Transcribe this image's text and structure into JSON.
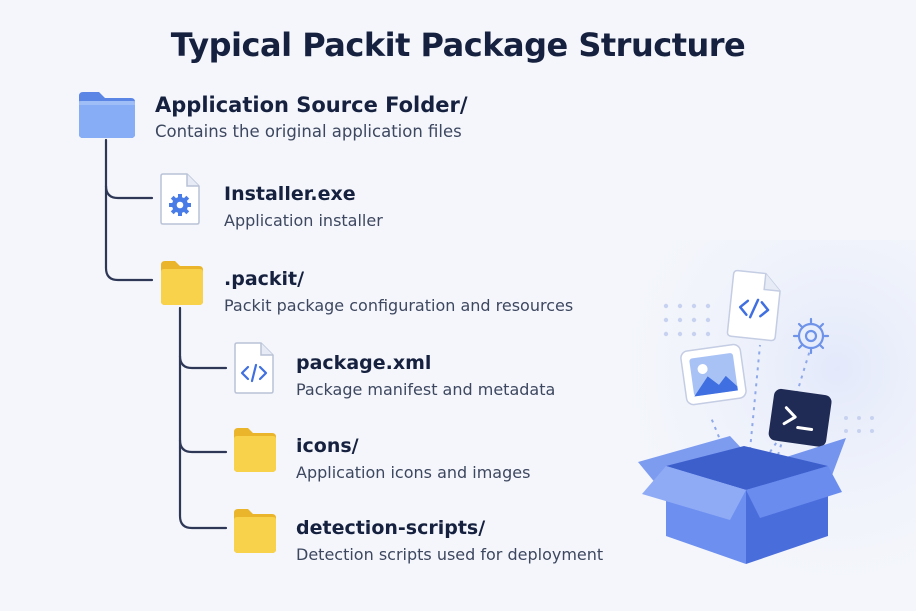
{
  "title": "Typical Packit Package Structure",
  "tree": {
    "root": {
      "name": "Application Source Folder/",
      "desc": "Contains the original application files",
      "icon": "folder-blue-icon"
    },
    "installer": {
      "name": "Installer.exe",
      "desc": "Application installer",
      "icon": "settings-file-icon"
    },
    "packit": {
      "name": ".packit/",
      "desc": "Packit package configuration and resources",
      "icon": "folder-yellow-icon"
    },
    "package_xml": {
      "name": "package.xml",
      "desc": "Package manifest and metadata",
      "icon": "code-file-icon"
    },
    "icons": {
      "name": "icons/",
      "desc": "Application icons and images",
      "icon": "folder-yellow-icon"
    },
    "detection": {
      "name": "detection-scripts/",
      "desc": "Detection scripts used for deployment",
      "icon": "folder-yellow-icon"
    }
  },
  "illustration": {
    "items": [
      "open-box-icon",
      "code-file-icon",
      "image-icon",
      "terminal-icon",
      "gear-icon"
    ]
  },
  "colors": {
    "line": "#2e3856",
    "folder_blue": "#6f9bf0",
    "folder_yellow": "#f6cf3c",
    "accent": "#3f6fe0",
    "box": "#5a7be6"
  }
}
